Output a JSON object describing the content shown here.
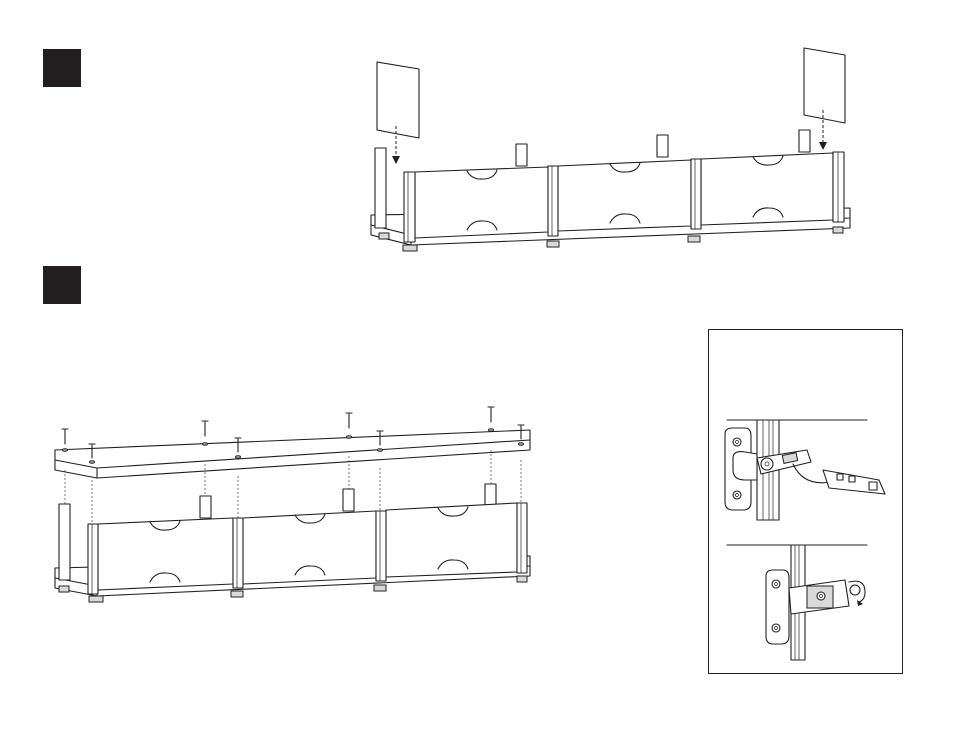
{
  "steps": [
    {
      "label": "",
      "badge_color": "#231f20"
    },
    {
      "label": "",
      "badge_color": "#231f20"
    }
  ],
  "illustrations": {
    "step1": "shelf-unit-with-back-panels-insertion",
    "step2": "top-panel-attachment-with-screws",
    "detail": "hinge-adjustment-detail"
  }
}
